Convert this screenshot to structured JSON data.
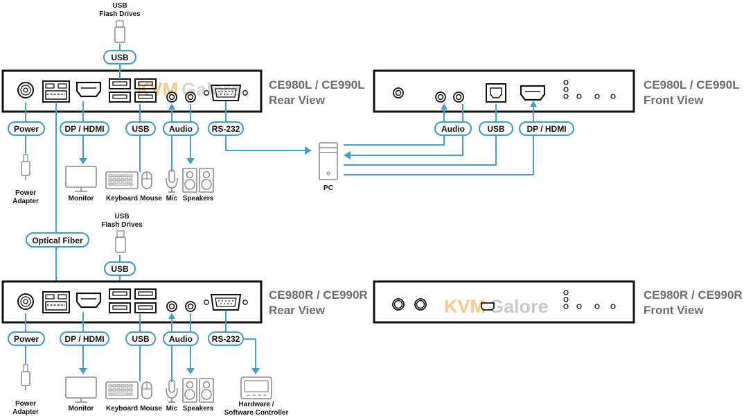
{
  "colors": {
    "line": "#4a9ec4",
    "device_outline": "#111111",
    "peripheral_icon": "#8a8a8a",
    "title_text": "#6b6b6b",
    "watermark_kvm": "#f3c98c",
    "watermark_galore": "#c8c8c8"
  },
  "watermark": {
    "part1": "KVM",
    "part2": "Galore"
  },
  "local": {
    "rear": {
      "title_line1": "CE980L / CE990L",
      "title_line2": "Rear View",
      "usb_top": {
        "pill": "USB",
        "device_line1": "USB",
        "device_line2": "Flash Drives"
      },
      "pills": {
        "power": "Power",
        "dp_hdmi": "DP / HDMI",
        "usb": "USB",
        "audio": "Audio",
        "rs232": "RS-232"
      },
      "devices": {
        "power_line1": "Power",
        "power_line2": "Adapter",
        "monitor": "Monitor",
        "keyboard": "Keyboard",
        "mouse": "Mouse",
        "mic": "Mic",
        "speakers": "Speakers"
      }
    },
    "front": {
      "title_line1": "CE980L / CE990L",
      "title_line2": "Front View",
      "pills": {
        "audio": "Audio",
        "usb": "USB",
        "dp_hdmi": "DP / HDMI"
      }
    },
    "pc_label": "PC"
  },
  "link": {
    "optical_fiber": "Optical Fiber"
  },
  "remote": {
    "rear": {
      "title_line1": "CE980R / CE990R",
      "title_line2": "Rear View",
      "usb_top": {
        "pill": "USB",
        "device_line1": "USB",
        "device_line2": "Flash Drives"
      },
      "pills": {
        "power": "Power",
        "dp_hdmi": "DP / HDMI",
        "usb": "USB",
        "audio": "Audio",
        "rs232": "RS-232"
      },
      "devices": {
        "power_line1": "Power",
        "power_line2": "Adapter",
        "monitor": "Monitor",
        "keyboard": "Keyboard",
        "mouse": "Mouse",
        "mic": "Mic",
        "speakers": "Speakers",
        "controller_line1": "Hardware /",
        "controller_line2": "Software Controller"
      }
    },
    "front": {
      "title_line1": "CE980R / CE990R",
      "title_line2": "Front View"
    }
  }
}
